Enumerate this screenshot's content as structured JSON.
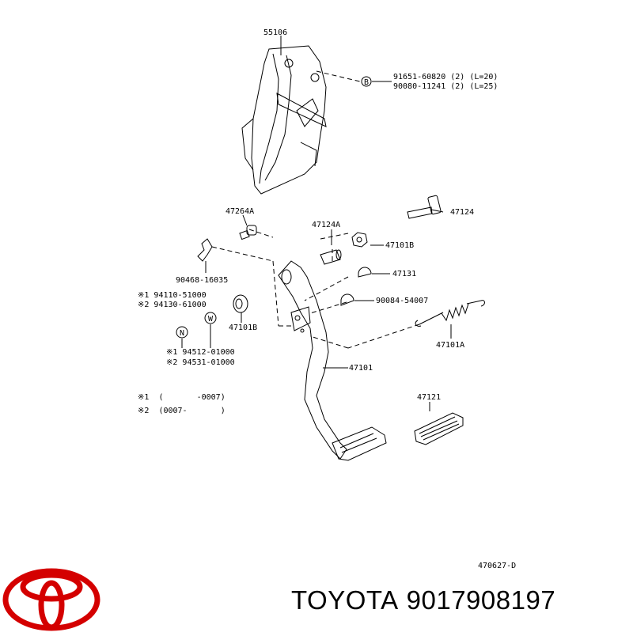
{
  "diagram": {
    "part_labels": {
      "p55106": "55106",
      "p91651": "91651-60820 (2) (L=20)",
      "p90080": "90080-11241 (2) (L=25)",
      "p47264A": "47264A",
      "p47124A": "47124A",
      "p47124": "47124",
      "p47101B_top": "47101B",
      "p90468": "90468-16035",
      "p47131": "47131",
      "p94110": "※1 94110-51000",
      "p94130": "※2 94130-61000",
      "p90084": "90084-54007",
      "p47101B_bot": "47101B",
      "p47101A": "47101A",
      "p94512": "※1 94512-01000",
      "p94531": "※2 94531-01000",
      "p47101": "47101",
      "p47121": "47121",
      "note1": "※1  (       -0007)",
      "note2": "※2  (0007-       )",
      "diagram_code": "470627-D"
    },
    "circle_marks": {
      "B": "B",
      "N": "N",
      "W": "W"
    }
  },
  "brand": {
    "name": "TOYOTA",
    "part_number": "9017908197",
    "logo_color": "#d40000"
  }
}
